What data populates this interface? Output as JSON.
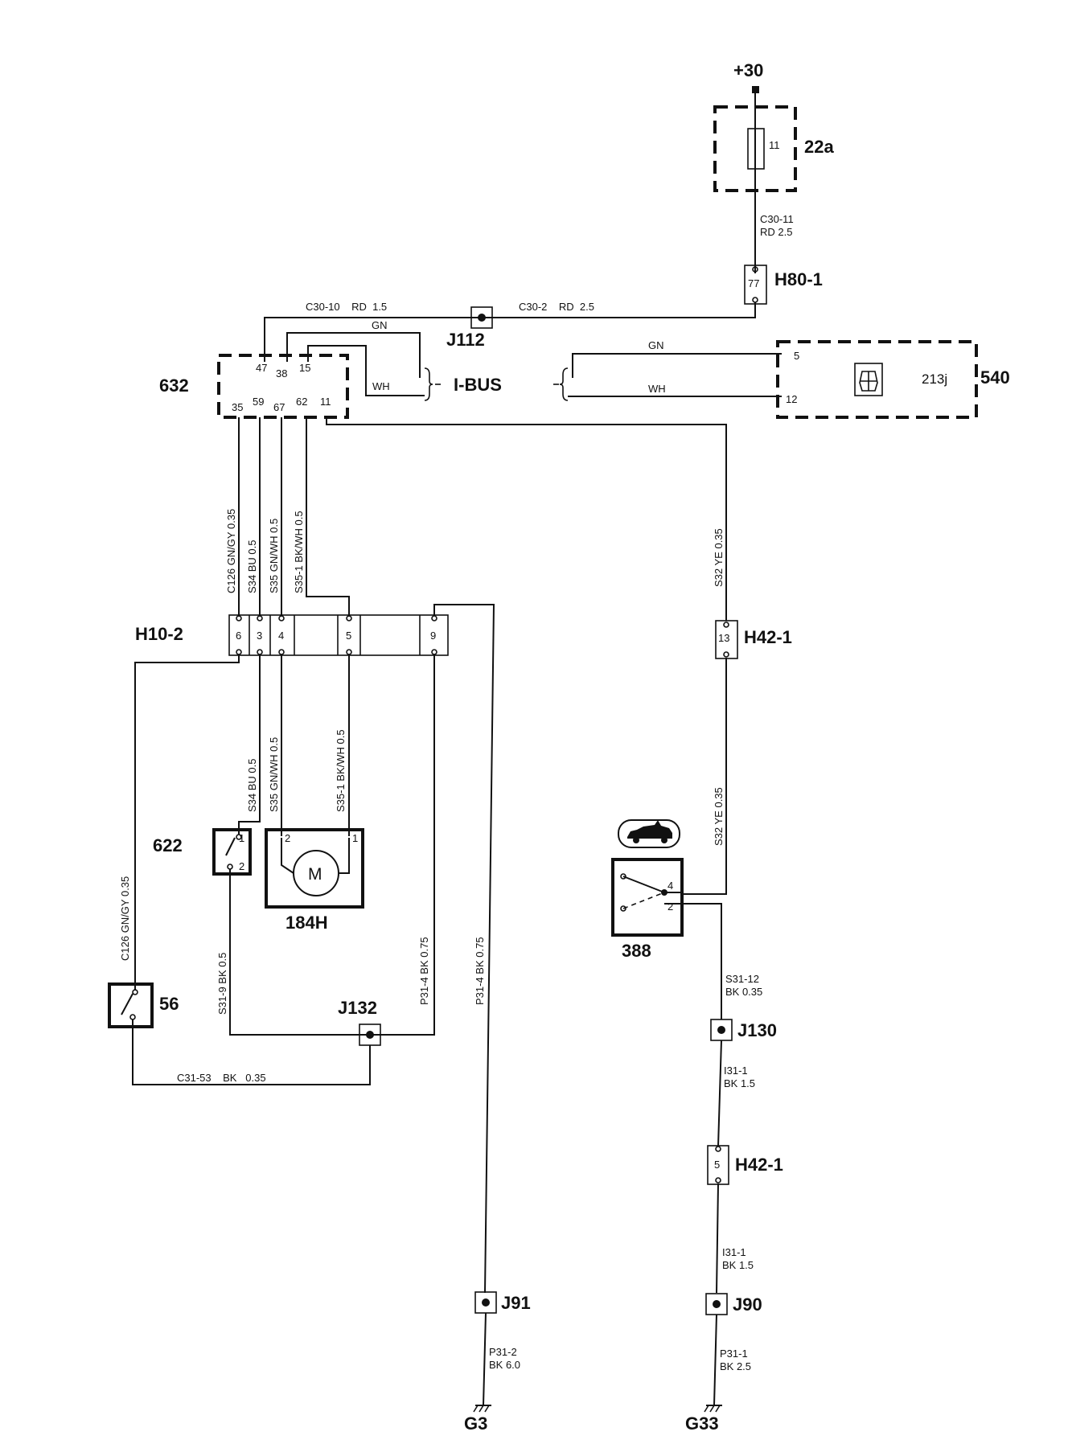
{
  "supply": "+30",
  "fuse": {
    "id": "22a",
    "pin": "11"
  },
  "wire_c30_11": {
    "id": "C30-11",
    "spec": "RD 2.5"
  },
  "connector_h80": {
    "id": "H80-1",
    "pin": "77"
  },
  "wire_c30_10": "C30-10    RD  1.5",
  "wire_c30_2": "C30-2    RD  2.5",
  "splice_j112": "J112",
  "bus": {
    "label": "I-BUS",
    "gn": "GN",
    "wh": "WH"
  },
  "module_632": {
    "id": "632",
    "pins_top": [
      "47",
      "38",
      "15"
    ],
    "pins_bottom": [
      "35",
      "59",
      "67",
      "62",
      "11"
    ]
  },
  "module_540": {
    "id": "540",
    "sub": "213j",
    "pins": [
      "5",
      "12"
    ],
    "gn": "GN",
    "wh": "WH"
  },
  "wires_vertical": {
    "c126_top": "C126  GN/GY  0.35",
    "s34_top": "S34  BU  0.5",
    "s35_top": "S35  GN/WH  0.5",
    "s35_1_top": "S35-1  BK/WH  0.5",
    "s32_top": "S32  YE  0.35",
    "s34_bot": "S34  BU  0.5",
    "s35_bot": "S35  GN/WH  0.5",
    "s35_1_bot": "S35-1  BK/WH  0.5",
    "s32_bot": "S32  YE  0.35",
    "c126_bot": "C126  GN/GY  0.35",
    "s31_9": "S31-9  BK  0.5",
    "p31_4a": "P31-4  BK  0.75",
    "p31_4b": "P31-4  BK  0.75"
  },
  "connector_h10": {
    "id": "H10-2",
    "pins": [
      "6",
      "3",
      "4",
      "5",
      "9"
    ]
  },
  "connector_h42_top": {
    "id": "H42-1",
    "pin": "13"
  },
  "connector_h42_bot": {
    "id": "H42-1",
    "pin": "5"
  },
  "switch_622": {
    "id": "622",
    "pins": [
      "1",
      "2"
    ]
  },
  "motor": {
    "id": "184H",
    "symbol": "M",
    "pins": [
      "2",
      "1"
    ]
  },
  "switch_388": {
    "id": "388",
    "pins": [
      "4",
      "2"
    ]
  },
  "switch_56": {
    "id": "56"
  },
  "splice_j132": "J132",
  "wire_c31_53": "C31-53    BK   0.35",
  "wire_s31_12": {
    "id": "S31-12",
    "spec": "BK  0.35"
  },
  "splice_j130": "J130",
  "wire_i31_1a": {
    "id": "I31-1",
    "spec": "BK  1.5"
  },
  "wire_i31_1b": {
    "id": "I31-1",
    "spec": "BK  1.5"
  },
  "splice_j91": "J91",
  "splice_j90": "J90",
  "wire_p31_2": {
    "id": "P31-2",
    "spec": "BK  6.0"
  },
  "wire_p31_1": {
    "id": "P31-1",
    "spec": "BK  2.5"
  },
  "ground_g3": "G3",
  "ground_g33": "G33"
}
